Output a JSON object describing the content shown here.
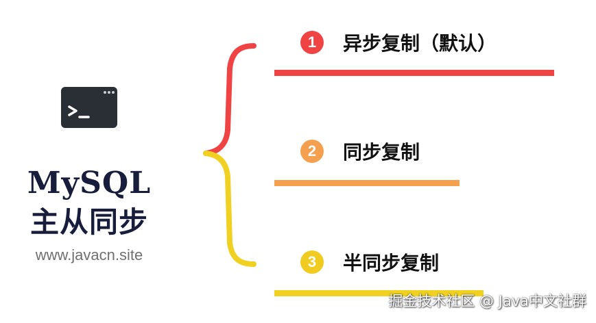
{
  "left": {
    "title_en": "MySQL",
    "title_cn": "主从同步",
    "site": "www.javacn.site"
  },
  "options": [
    {
      "number": "1",
      "label": "异步复制（默认）",
      "color": "#f04444"
    },
    {
      "number": "2",
      "label": "同步复制",
      "color": "#f4a04e"
    },
    {
      "number": "3",
      "label": "半同步复制",
      "color": "#f0cc20"
    }
  ],
  "watermark": "掘金技术社区 @ Java中文社群",
  "colors": {
    "terminal": "#2a2e35",
    "terminal_dots": "#c9cdd3",
    "title": "#171d3a",
    "brace_top": "#f04444",
    "brace_bottom": "#f0d020"
  }
}
